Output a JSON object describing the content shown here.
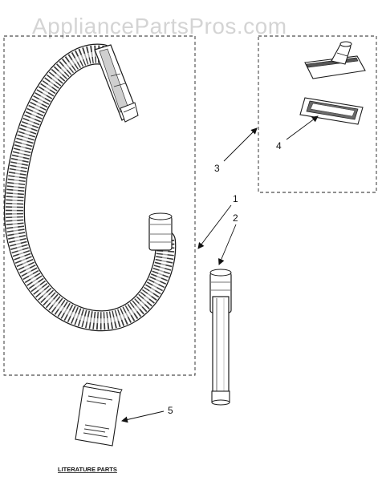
{
  "watermark": "AppliancePartsPros.com",
  "callouts": {
    "c1": "1",
    "c2": "2",
    "c3": "3",
    "c4": "4",
    "c5": "5"
  },
  "caption": "LITERATURE PARTS"
}
